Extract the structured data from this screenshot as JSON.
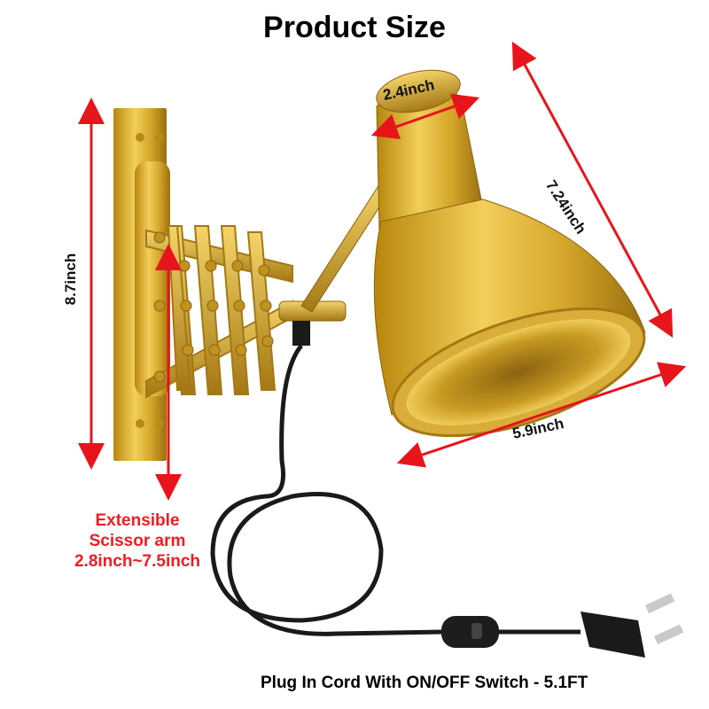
{
  "title": "Product Size",
  "dimensions": {
    "height": "8.7inch",
    "shade_top_diameter": "2.4inch",
    "shade_length": "7.24inch",
    "shade_bottom_diameter": "5.9inch"
  },
  "scissor_arm": {
    "line1": "Extensible",
    "line2": "Scissor arm",
    "line3": "2.8inch~7.5inch"
  },
  "caption": "Plug In Cord With ON/OFF Switch - 5.1FT",
  "colors": {
    "brass": "#d4a62a",
    "arrow_red": "#e8141b",
    "label_red": "#ee1d23",
    "cord": "#1a1a1a"
  }
}
